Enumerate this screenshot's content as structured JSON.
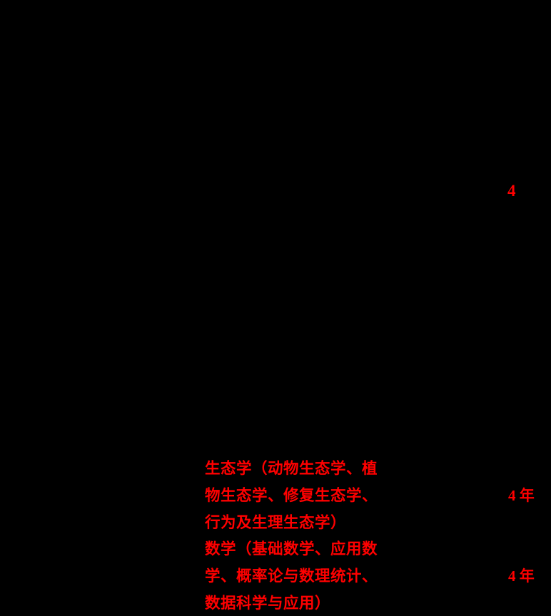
{
  "colors": {
    "background": "#000000",
    "highlight_text": "#ff0000"
  },
  "table": {
    "top_row": {
      "duration_years": "4"
    },
    "rows": [
      {
        "major": "生态学（动物生态学、植\n物生态学、修复生态学、\n行为及生理生态学）",
        "duration": "4 年"
      },
      {
        "major": "数学（基础数学、应用数\n学、概率论与数理统计、\n数据科学与应用）",
        "duration": "4 年"
      }
    ]
  }
}
